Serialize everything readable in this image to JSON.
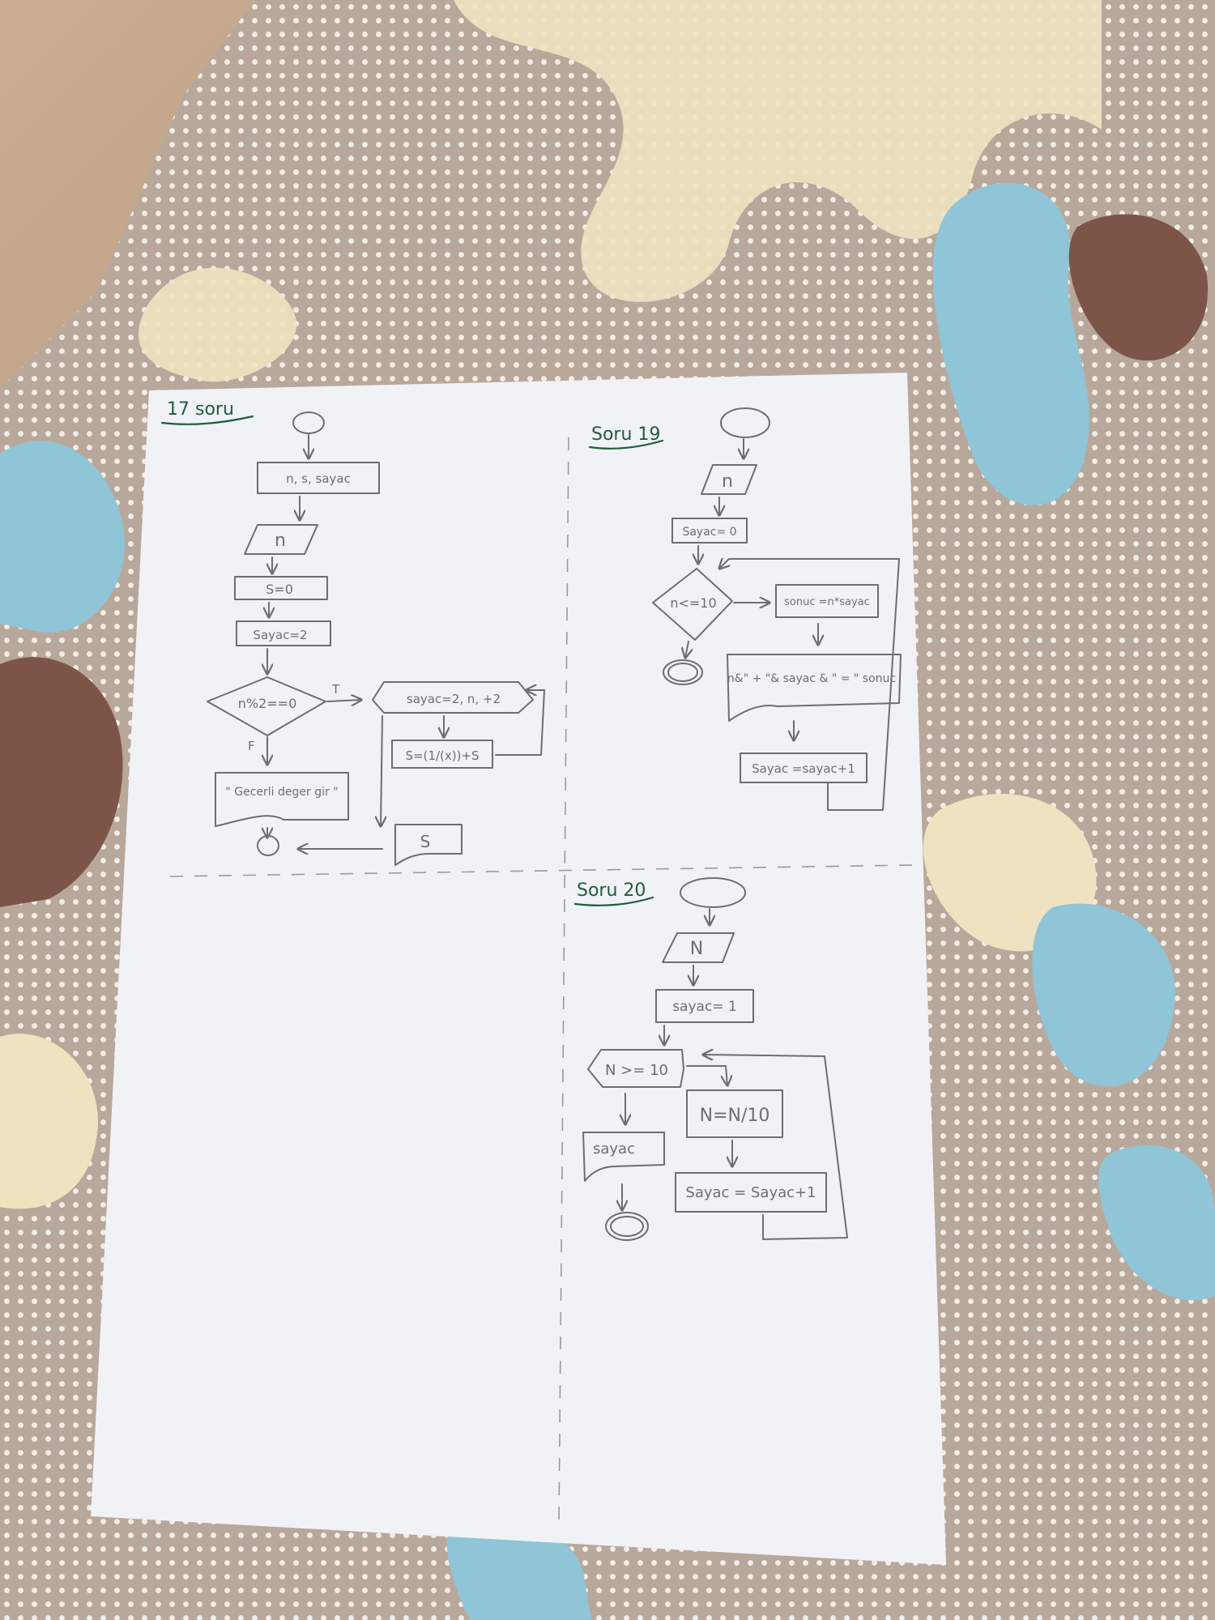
{
  "q17": {
    "title": "17 soru",
    "vars": "n, s, sayac",
    "input": "n",
    "init_s": "S=0",
    "init_sayac": "Sayac=2",
    "decision": "n%2==0",
    "true_label": "T",
    "false_label": "F",
    "loop": "sayac=2, n, +2",
    "body": "S=(1/(x))+S",
    "error_msg": "\" Gecerli deger gir \"",
    "output": "S"
  },
  "q19": {
    "title": "Soru 19",
    "input": "n",
    "init": "Sayac= 0",
    "decision": "n<=10",
    "calc": "sonuc =n*sayac",
    "output": "n&\" + \"& sayac & \" = \" sonuc",
    "increment": "Sayac =sayac+1"
  },
  "q20": {
    "title": "Soru 20",
    "input": "N",
    "init": "sayac= 1",
    "decision": "N >= 10",
    "divide": "N=N/10",
    "increment": "Sayac = Sayac+1",
    "output": "sayac"
  },
  "colors": {
    "paper": "#f1f2f6",
    "pencil": "#6e6e72",
    "title_ink": "#1f5c3c"
  }
}
